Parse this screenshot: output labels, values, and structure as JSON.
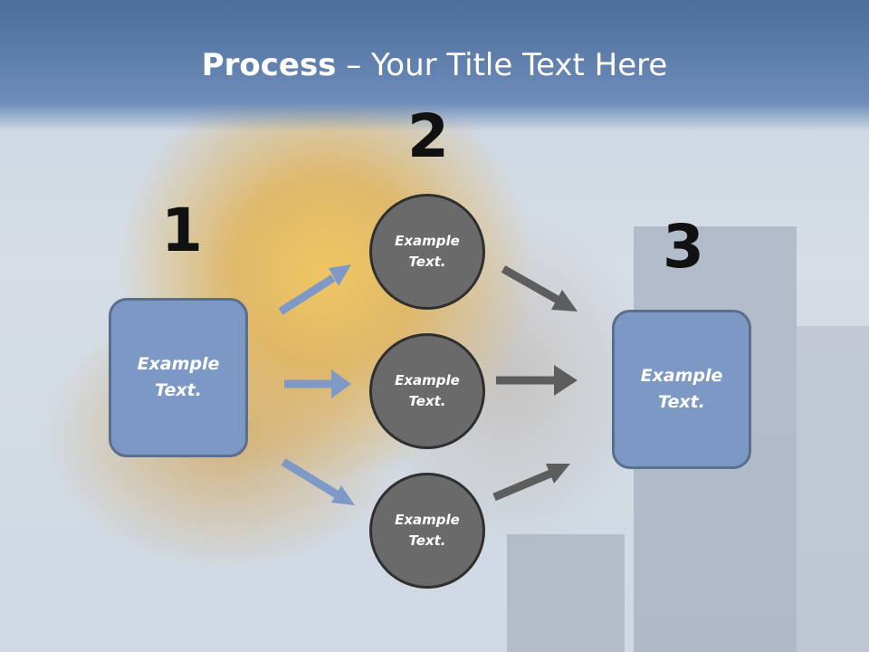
{
  "slide": {
    "title_bold": "Process",
    "title_rest": " – Your Title Text Here"
  },
  "steps": {
    "step1_number": "1",
    "step2_number": "2",
    "step3_number": "3"
  },
  "boxes": {
    "left_text_line1": "Example",
    "left_text_line2": "Text.",
    "right_text_line1": "Example",
    "right_text_line2": "Text."
  },
  "circles": [
    {
      "line1": "Example",
      "line2": "Text."
    },
    {
      "line1": "Example",
      "line2": "Text."
    },
    {
      "line1": "Example",
      "line2": "Text."
    }
  ],
  "colors": {
    "header": "#5b7cab",
    "box_fill": "#7c98c4",
    "circle_fill": "#6a6a6a",
    "blue_arrow": "#7f99c6",
    "gray_arrow": "#5d5d5d"
  }
}
